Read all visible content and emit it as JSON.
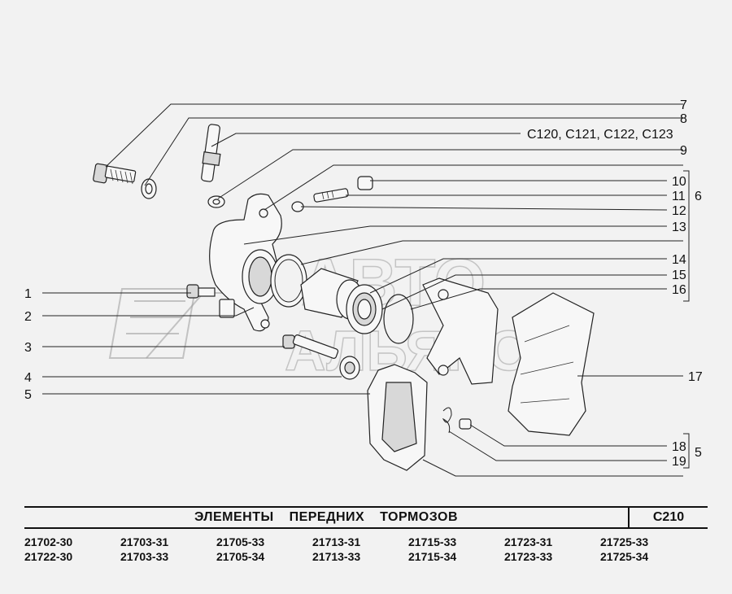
{
  "diagram": {
    "watermark": {
      "line1": "АВТО",
      "line2": "АЛЬЯНС"
    },
    "callouts_right": [
      {
        "id": "c7",
        "label": "7"
      },
      {
        "id": "c8",
        "label": "8"
      },
      {
        "id": "cc",
        "label": "C120, C121, C122, C123"
      },
      {
        "id": "c9",
        "label": "9"
      },
      {
        "id": "c10",
        "label": "10"
      },
      {
        "id": "c11",
        "label": "11"
      },
      {
        "id": "c12",
        "label": "12"
      },
      {
        "id": "c13",
        "label": "13"
      },
      {
        "id": "c14",
        "label": "14"
      },
      {
        "id": "c15",
        "label": "15"
      },
      {
        "id": "c16",
        "label": "16"
      },
      {
        "id": "c17",
        "label": "17"
      },
      {
        "id": "c18",
        "label": "18"
      },
      {
        "id": "c19",
        "label": "19"
      }
    ],
    "callouts_left": [
      {
        "id": "c1",
        "label": "1"
      },
      {
        "id": "c2",
        "label": "2"
      },
      {
        "id": "c3",
        "label": "3"
      },
      {
        "id": "c4",
        "label": "4"
      },
      {
        "id": "c5",
        "label": "5"
      }
    ],
    "group_labels": {
      "group6": "6",
      "group5": "5"
    }
  },
  "title": "ЭЛЕМЕНТЫ ПЕРЕДНИХ ТОРМОЗОВ",
  "page_code": "C210",
  "models": [
    [
      "21702-30",
      "21722-30"
    ],
    [
      "21703-31",
      "21703-33"
    ],
    [
      "21705-33",
      "21705-34"
    ],
    [
      "21713-31",
      "21713-33"
    ],
    [
      "21715-33",
      "21715-34"
    ],
    [
      "21723-31",
      "21723-33"
    ],
    [
      "21725-33",
      "21725-34"
    ]
  ]
}
